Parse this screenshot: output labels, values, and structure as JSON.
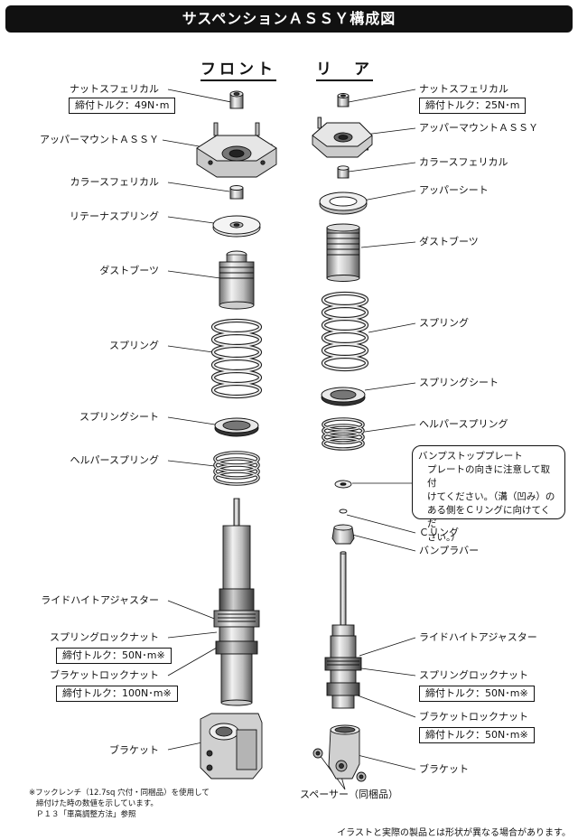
{
  "title": "サスペンションＡＳＳＹ構成図",
  "columns": {
    "front": "フロント",
    "rear": "リ　ア"
  },
  "front": {
    "nut_spherical": "ナットスフェリカル",
    "nut_torque": "締付トルク：49N･m",
    "upper_mount": "アッパーマウントＡＳＳＹ",
    "collar_spherical": "カラースフェリカル",
    "retainer_spring": "リテーナスプリング",
    "dust_boots": "ダストブーツ",
    "spring": "スプリング",
    "spring_seat": "スプリングシート",
    "helper_spring": "ヘルパースプリング",
    "ride_height_adjuster": "ライドハイトアジャスター",
    "spring_lock_nut": "スプリングロックナット",
    "spring_lock_torque": "締付トルク：50N･m※",
    "bracket_lock_nut": "ブラケットロックナット",
    "bracket_lock_torque": "締付トルク：100N･m※",
    "bracket": "ブラケット"
  },
  "rear": {
    "nut_spherical": "ナットスフェリカル",
    "nut_torque": "締付トルク：25N･m",
    "upper_mount": "アッパーマウントＡＳＳＹ",
    "collar_spherical": "カラースフェリカル",
    "upper_seat": "アッパーシート",
    "dust_boots": "ダストブーツ",
    "spring": "スプリング",
    "spring_seat": "スプリングシート",
    "helper_spring": "ヘルパースプリング",
    "bump_stop_plate": "バンプストッププレート",
    "bump_stop_note_1": "プレートの向きに注意して取付",
    "bump_stop_note_2": "けてください。（溝（凹み）の",
    "bump_stop_note_3": "ある側をＣリングに向けてくだ",
    "bump_stop_note_4": "さい。）",
    "c_ring": "Ｃリング",
    "bump_rubber": "バンプラバー",
    "ride_height_adjuster": "ライドハイトアジャスター",
    "spring_lock_nut": "スプリングロックナット",
    "spring_lock_torque": "締付トルク：50N･m※",
    "bracket_lock_nut": "ブラケットロックナット",
    "bracket_lock_torque": "締付トルク：50N･m※",
    "bracket": "ブラケット",
    "spacer": "スペーサー（同梱品）"
  },
  "footnote": {
    "line1": "※フックレンチ（12.7sq 穴付・同梱品）を使用して",
    "line2": "締付けた時の数値を示しています。",
    "line3": "Ｐ１３「車高調整方法」参照"
  },
  "disclaimer": "イラストと実際の製品とは形状が異なる場合があります。"
}
